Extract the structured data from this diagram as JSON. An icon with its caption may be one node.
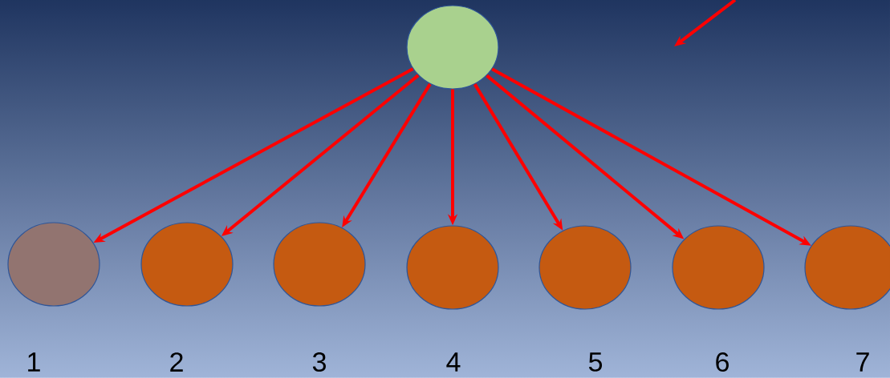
{
  "diagram": {
    "nodes": [
      {
        "text": [],
        "shape": "circle"
      },
      {
        "text": [],
        "shape": "circle",
        "beside": [
          "1"
        ]
      },
      {
        "text": [],
        "shape": "circle",
        "beside": [
          "2"
        ]
      },
      {
        "text": [],
        "shape": "circle",
        "beside": [
          "3"
        ]
      },
      {
        "text": [],
        "shape": "circle",
        "beside": [
          "4"
        ]
      },
      {
        "text": [],
        "shape": "circle",
        "beside": [
          "5"
        ]
      },
      {
        "text": [],
        "shape": "circle",
        "beside": [
          "6"
        ]
      },
      {
        "text": [],
        "shape": "circle",
        "beside": [
          "7"
        ]
      }
    ],
    "edges": [
      {
        "from": 0,
        "to": 1,
        "arrow": "to"
      },
      {
        "from": 0,
        "to": 2,
        "arrow": "to"
      },
      {
        "from": 0,
        "to": 3,
        "arrow": "to"
      },
      {
        "from": 0,
        "to": 4,
        "arrow": "to"
      },
      {
        "from": 0,
        "to": 5,
        "arrow": "to"
      },
      {
        "from": 0,
        "to": 6,
        "arrow": "to"
      },
      {
        "from": 0,
        "to": 7,
        "arrow": "to"
      }
    ]
  }
}
